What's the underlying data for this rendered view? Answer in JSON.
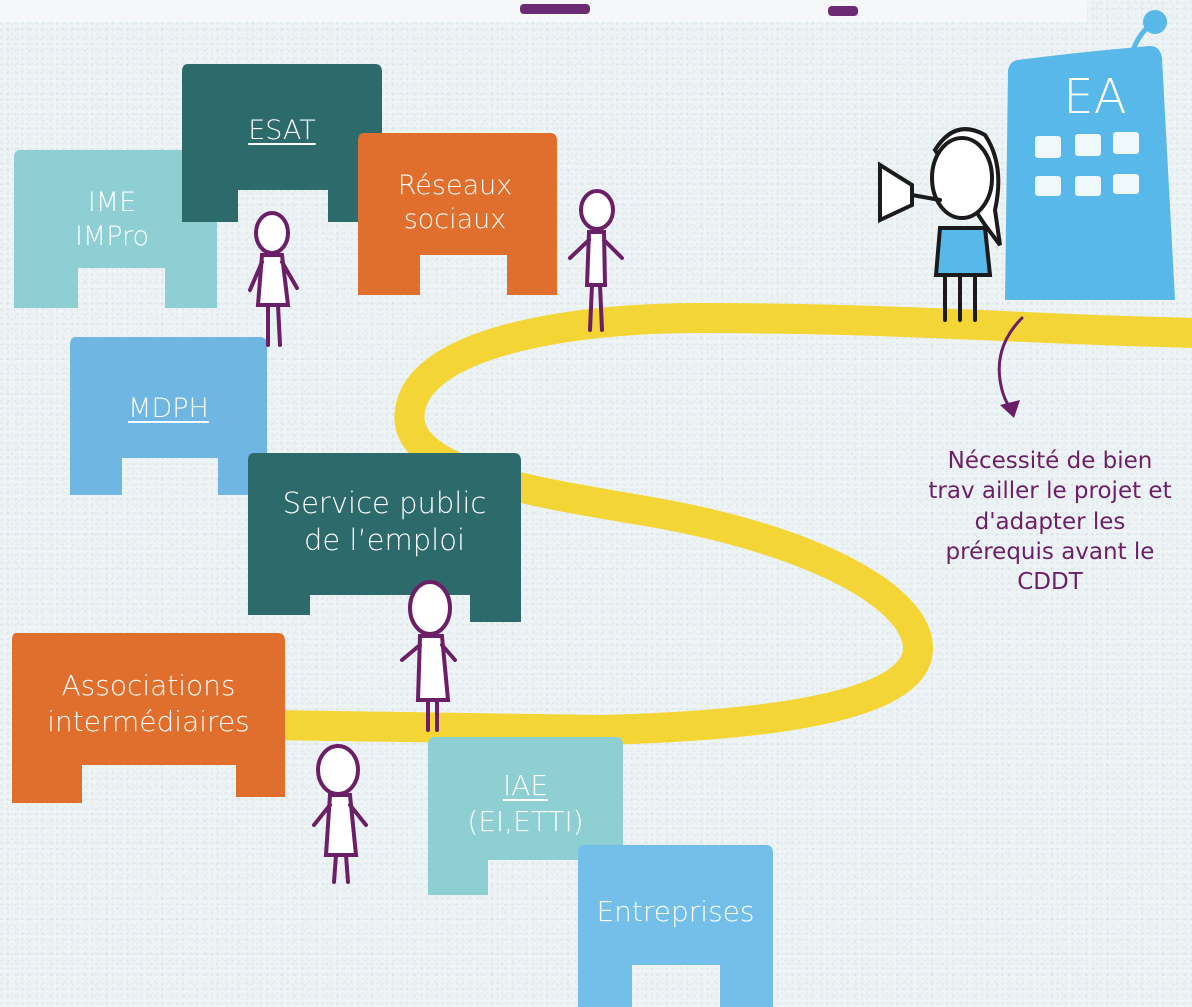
{
  "buildings": {
    "ime": {
      "label_line1": "IME",
      "label_line2": "IMPro",
      "color": "#8ecfd3"
    },
    "esat": {
      "label": "ESAT",
      "color": "#2d6a6c"
    },
    "reseaux": {
      "label_line1": "Réseaux",
      "label_line2": "sociaux",
      "color": "#e06e2c"
    },
    "mdph": {
      "label": "MDPH",
      "color": "#6fb6e3"
    },
    "service_public": {
      "label_line1": "Service public",
      "label_line2": "de l’emploi",
      "color": "#2d6a6c"
    },
    "associations": {
      "label_line1": "Associations",
      "label_line2": "intermédiaires",
      "color": "#e06e2c"
    },
    "iae": {
      "label_line1": "IAE",
      "label_line2": "(EI,ETTI)",
      "color": "#8ecfd3"
    },
    "entreprises": {
      "label": "Entreprises",
      "color": "#74bfe9"
    },
    "ea": {
      "label": "EA",
      "color": "#58b8ea"
    }
  },
  "note": {
    "text": "Nécessité de bien\ntrav ailler le projet et\nd'adapter les\nprérequis avant le\nCDDT",
    "color": "#6b1f66"
  },
  "path_color": "#f3d536",
  "figure_color": "#6b1f66"
}
